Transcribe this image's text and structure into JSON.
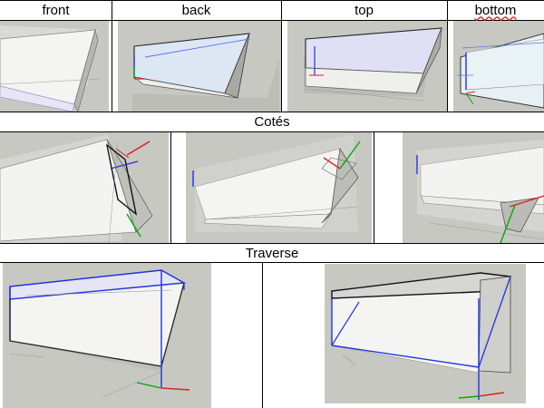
{
  "headers": {
    "front": "front",
    "back": "back",
    "top": "top",
    "bottom": "bottom"
  },
  "sections": {
    "cotes": "Cotés",
    "traverse": "Traverse"
  }
}
